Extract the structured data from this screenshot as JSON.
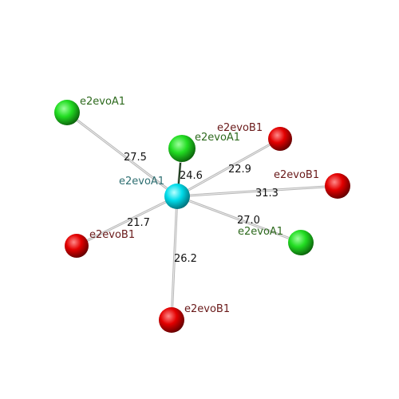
{
  "center_atom": {
    "label": "e2evoA1",
    "color": "#00e5f0",
    "label_color": "#2f6f72"
  },
  "element_colors": {
    "A": "#1fd01f",
    "B": "#e00000"
  },
  "label_colors": {
    "A": "#2e6a1e",
    "B": "#6a1a1a"
  },
  "neighbors": [
    {
      "label": "e2evoA1",
      "type": "A",
      "distance": "27.5"
    },
    {
      "label": "e2evoA1",
      "type": "A",
      "distance": "24.6"
    },
    {
      "label": "e2evoB1",
      "type": "B",
      "distance": "22.9"
    },
    {
      "label": "e2evoB1",
      "type": "B",
      "distance": "31.3"
    },
    {
      "label": "e2evoA1",
      "type": "A",
      "distance": "27.0"
    },
    {
      "label": "e2evoB1",
      "type": "B",
      "distance": "21.7"
    },
    {
      "label": "e2evoB1",
      "type": "B",
      "distance": "26.2"
    }
  ]
}
